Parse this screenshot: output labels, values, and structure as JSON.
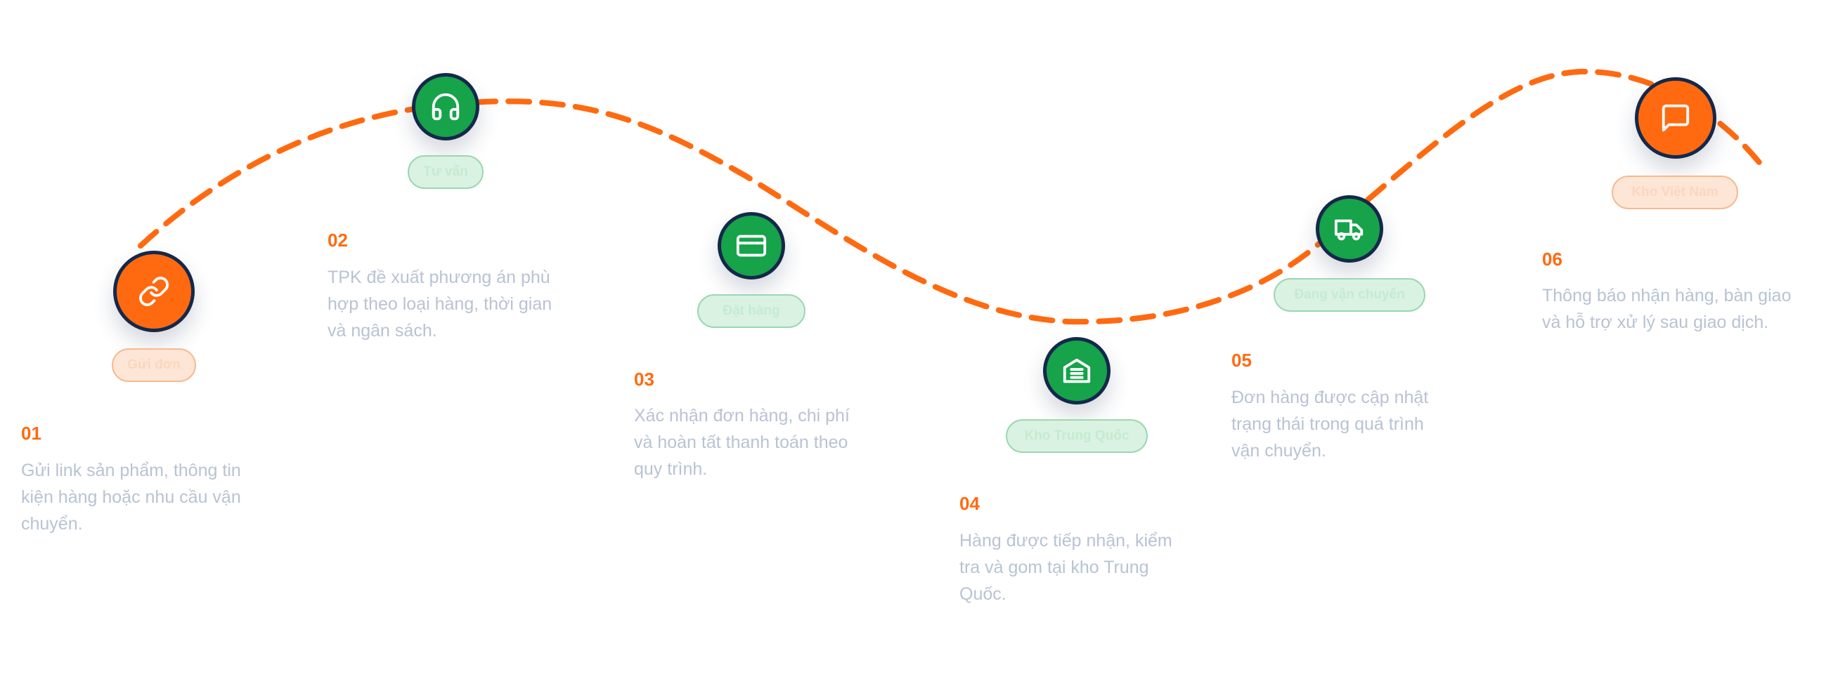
{
  "colors": {
    "accent": "#ff6a10",
    "green": "#16a34a",
    "border": "#15284a",
    "text_muted": "#b8c3d3",
    "pill_text_orange": "#fbd6bf",
    "pill_text_green": "#c4ebd1"
  },
  "steps": [
    {
      "number": "01",
      "label": "Gửi đơn",
      "icon": "link-icon",
      "color": "orange",
      "text": [
        "Gửi link sản phẩm, thông tin",
        "kiện hàng hoặc nhu cầu vận",
        "chuyển."
      ]
    },
    {
      "number": "02",
      "label": "Tư vấn",
      "icon": "headphones-icon",
      "color": "green",
      "text": [
        "TPK đề xuất phương án phù",
        "hợp theo loại hàng, thời gian",
        "và ngân sách."
      ]
    },
    {
      "number": "03",
      "label": "Đặt hàng",
      "icon": "credit-card-icon",
      "color": "green",
      "text": [
        "Xác nhận đơn hàng, chi phí",
        "và hoàn tất thanh toán theo",
        "quy trình."
      ]
    },
    {
      "number": "04",
      "label": "Kho Trung Quốc",
      "icon": "warehouse-icon",
      "color": "green",
      "text": [
        "Hàng được tiếp nhận, kiểm",
        "tra và gom tại kho Trung",
        "Quốc."
      ]
    },
    {
      "number": "05",
      "label": "Đang vận chuyển",
      "icon": "truck-icon",
      "color": "green",
      "text": [
        "Đơn hàng được cập nhật",
        "trạng thái trong quá trình",
        "vận chuyển."
      ]
    },
    {
      "number": "06",
      "label": "Kho Việt Nam",
      "icon": "message-icon",
      "color": "orange",
      "text": [
        "Thông báo nhận hàng, bàn giao",
        "và hỗ trợ xử lý sau giao dịch."
      ]
    }
  ]
}
